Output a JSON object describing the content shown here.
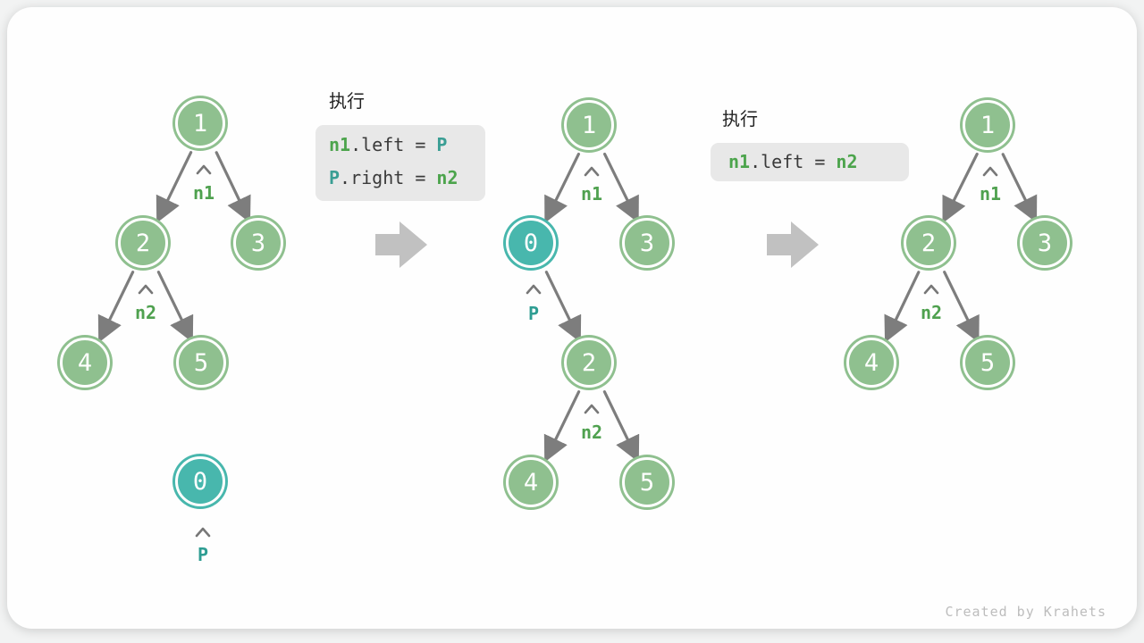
{
  "watermark": "Created by Krahets",
  "colors": {
    "node_green": "#8FC08F",
    "node_teal": "#48B7AD",
    "label_green": "#4FA14F",
    "label_teal": "#2E9D92",
    "edge_gray": "#7D7D7D",
    "block_arrow_gray": "#C1C1C1",
    "code_box_bg": "#E8E8E8",
    "code_green": "#4CA44C",
    "code_teal": "#3A9E94",
    "code_plain": "#3B3B3B"
  },
  "code_blocks": [
    {
      "title": "执行",
      "lines": [
        {
          "tokens": [
            {
              "text": "n1"
            },
            {
              "text": ".left = "
            },
            {
              "text": "P"
            }
          ]
        },
        {
          "tokens": [
            {
              "text": "P"
            },
            {
              "text": ".right = "
            },
            {
              "text": "n2"
            }
          ]
        }
      ]
    },
    {
      "title": "执行",
      "lines": [
        {
          "tokens": [
            {
              "text": "n1"
            },
            {
              "text": ".left = "
            },
            {
              "text": "n2"
            }
          ]
        }
      ]
    }
  ],
  "trees": [
    {
      "name": "tree-before-insertion",
      "nodes": [
        {
          "value": "1"
        },
        {
          "value": "2"
        },
        {
          "value": "3"
        },
        {
          "value": "4"
        },
        {
          "value": "5"
        },
        {
          "value": "0"
        }
      ],
      "labels": [
        {
          "text": "n1"
        },
        {
          "text": "n2"
        },
        {
          "text": "P"
        }
      ]
    },
    {
      "name": "tree-after-insertion",
      "nodes": [
        {
          "value": "1"
        },
        {
          "value": "0"
        },
        {
          "value": "3"
        },
        {
          "value": "2"
        },
        {
          "value": "4"
        },
        {
          "value": "5"
        }
      ],
      "labels": [
        {
          "text": "n1"
        },
        {
          "text": "P"
        },
        {
          "text": "n2"
        }
      ]
    },
    {
      "name": "tree-after-removal",
      "nodes": [
        {
          "value": "1"
        },
        {
          "value": "2"
        },
        {
          "value": "3"
        },
        {
          "value": "4"
        },
        {
          "value": "5"
        }
      ],
      "labels": [
        {
          "text": "n1"
        },
        {
          "text": "n2"
        }
      ]
    }
  ]
}
